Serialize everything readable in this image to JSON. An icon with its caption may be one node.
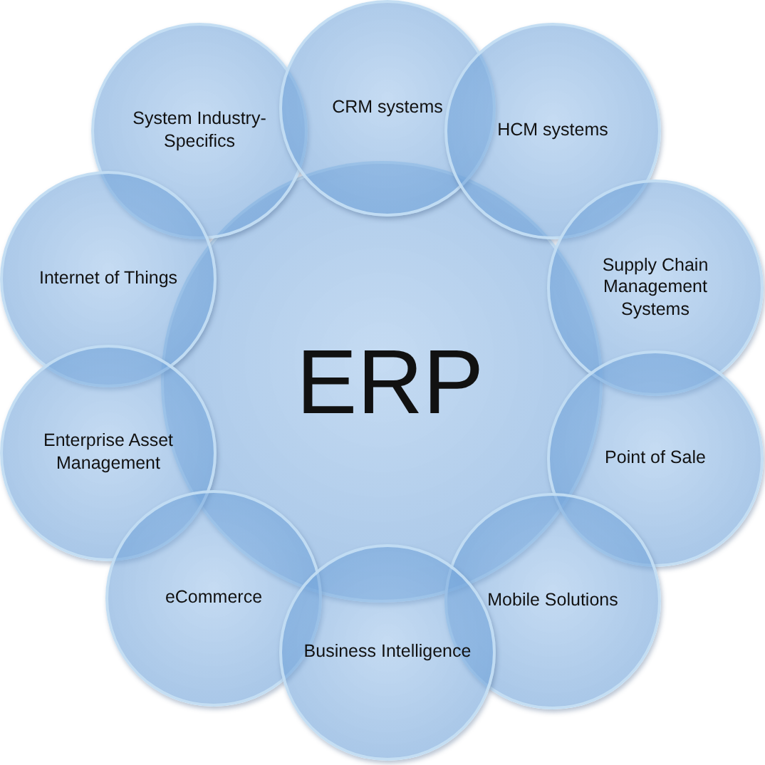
{
  "diagram": {
    "nodes": [
      {
        "text": [
          "ERP"
        ]
      },
      {
        "text": [
          "System Industry-Specifics"
        ]
      },
      {
        "text": [
          "CRM systems"
        ]
      },
      {
        "text": [
          "HCM systems"
        ]
      },
      {
        "text": [
          "Internet of Things"
        ]
      },
      {
        "text": [
          "Supply Chain Management Systems"
        ]
      },
      {
        "text": [
          "Enterprise Asset Management"
        ]
      },
      {
        "text": [
          "Point of Sale"
        ]
      },
      {
        "text": [
          "eCommerce"
        ]
      },
      {
        "text": [
          "Mobile Solutions"
        ]
      },
      {
        "text": [
          "Business Intelligence"
        ]
      }
    ]
  }
}
